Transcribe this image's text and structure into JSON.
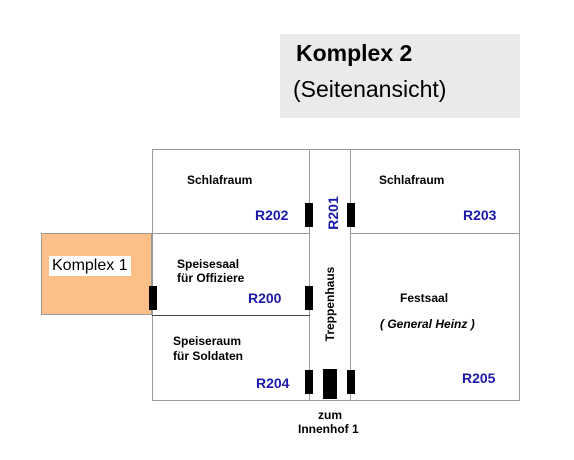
{
  "title": {
    "main": "Komplex 2",
    "sub": "(Seitenansicht)"
  },
  "komplex1": {
    "label": "Komplex 1",
    "color": "#fbbf87"
  },
  "rooms": {
    "schlafraum_left": {
      "name": "Schlafraum",
      "number": "R202"
    },
    "schlafraum_right": {
      "name": "Schlafraum",
      "number": "R203"
    },
    "stairwell": {
      "name": "Treppenhaus",
      "number": "R201"
    },
    "speisesaal": {
      "line1": "Speisesaal",
      "line2": "für Offiziere",
      "number": "R200"
    },
    "speiseraum": {
      "line1": "Speiseraum",
      "line2": "für Soldaten",
      "number": "R204"
    },
    "festsaal": {
      "name": "Festsaal",
      "note": "( General Heinz )",
      "number": "R205"
    }
  },
  "exit": {
    "line1": "zum",
    "line2": "Innenhof 1"
  },
  "colors": {
    "room_number": "#1a1aa8",
    "door": "#000000"
  }
}
